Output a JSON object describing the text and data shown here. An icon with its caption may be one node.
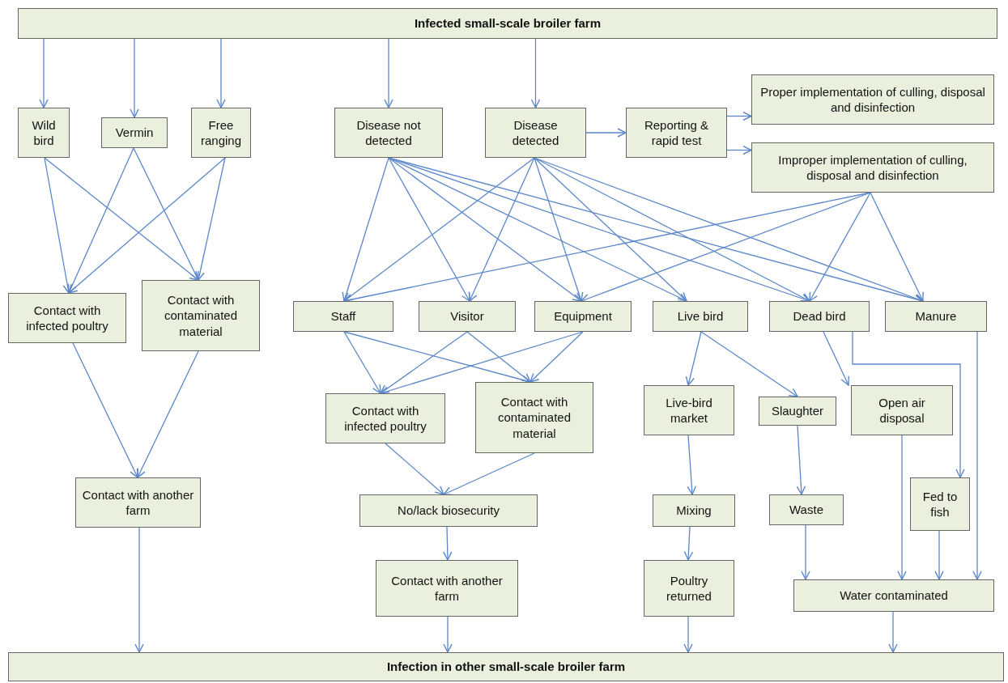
{
  "diagram": {
    "nodes": [
      {
        "text": [
          "Infected small-scale broiler farm"
        ]
      },
      {
        "text": [
          "Wild bird"
        ]
      },
      {
        "text": [
          "Vermin"
        ]
      },
      {
        "text": [
          "Free ranging"
        ]
      },
      {
        "text": [
          "Disease not detected"
        ]
      },
      {
        "text": [
          "Disease detected"
        ]
      },
      {
        "text": [
          "Reporting & rapid test"
        ]
      },
      {
        "text": [
          "Proper implementation of culling, disposal and disinfection"
        ]
      },
      {
        "text": [
          "Improper implementation of culling, disposal and disinfection"
        ]
      },
      {
        "text": [
          "Contact with infected poultry"
        ]
      },
      {
        "text": [
          "Contact with contaminated material"
        ]
      },
      {
        "text": [
          "Staff"
        ]
      },
      {
        "text": [
          "Visitor"
        ]
      },
      {
        "text": [
          "Equipment"
        ]
      },
      {
        "text": [
          "Live bird"
        ]
      },
      {
        "text": [
          "Dead bird"
        ]
      },
      {
        "text": [
          "Manure"
        ]
      },
      {
        "text": [
          "Contact with infected poultry"
        ]
      },
      {
        "text": [
          "Contact with contaminated material"
        ]
      },
      {
        "text": [
          "Live-bird market"
        ]
      },
      {
        "text": [
          "Slaughter"
        ]
      },
      {
        "text": [
          "Open air disposal"
        ]
      },
      {
        "text": [
          "Contact with another farm"
        ]
      },
      {
        "text": [
          "No/lack biosecurity"
        ]
      },
      {
        "text": [
          "Mixing"
        ]
      },
      {
        "text": [
          "Waste"
        ]
      },
      {
        "text": [
          "Fed to fish"
        ]
      },
      {
        "text": [
          "Contact with another farm"
        ]
      },
      {
        "text": [
          "Poultry returned"
        ]
      },
      {
        "text": [
          "Water contaminated"
        ]
      },
      {
        "text": [
          "Infection in other small-scale broiler farm"
        ]
      }
    ],
    "edges": [
      {
        "from": 0,
        "to": 1,
        "arrow": "to"
      },
      {
        "from": 0,
        "to": 2,
        "arrow": "to"
      },
      {
        "from": 0,
        "to": 3,
        "arrow": "to"
      },
      {
        "from": 0,
        "to": 4,
        "arrow": "to"
      },
      {
        "from": 0,
        "to": 5,
        "arrow": "to"
      },
      {
        "from": 1,
        "to": 9,
        "arrow": "to"
      },
      {
        "from": 1,
        "to": 10,
        "arrow": "to"
      },
      {
        "from": 2,
        "to": 9,
        "arrow": "to"
      },
      {
        "from": 2,
        "to": 10,
        "arrow": "to"
      },
      {
        "from": 3,
        "to": 9,
        "arrow": "to"
      },
      {
        "from": 3,
        "to": 10,
        "arrow": "to"
      },
      {
        "from": 9,
        "to": 22,
        "arrow": "to"
      },
      {
        "from": 10,
        "to": 22,
        "arrow": "to"
      },
      {
        "from": 22,
        "to": 30,
        "arrow": "to"
      },
      {
        "from": 5,
        "to": 6,
        "arrow": "to"
      },
      {
        "from": 6,
        "to": 7,
        "arrow": "to"
      },
      {
        "from": 6,
        "to": 8,
        "arrow": "to"
      },
      {
        "from": 4,
        "to": 11,
        "arrow": "to"
      },
      {
        "from": 4,
        "to": 12,
        "arrow": "to"
      },
      {
        "from": 4,
        "to": 13,
        "arrow": "to"
      },
      {
        "from": 4,
        "to": 14,
        "arrow": "to"
      },
      {
        "from": 4,
        "to": 15,
        "arrow": "to"
      },
      {
        "from": 4,
        "to": 16,
        "arrow": "to"
      },
      {
        "from": 5,
        "to": 11,
        "arrow": "to"
      },
      {
        "from": 5,
        "to": 12,
        "arrow": "to"
      },
      {
        "from": 5,
        "to": 13,
        "arrow": "to"
      },
      {
        "from": 5,
        "to": 14,
        "arrow": "to"
      },
      {
        "from": 5,
        "to": 15,
        "arrow": "to"
      },
      {
        "from": 5,
        "to": 16,
        "arrow": "to"
      },
      {
        "from": 8,
        "to": 11,
        "arrow": "to"
      },
      {
        "from": 8,
        "to": 13,
        "arrow": "to"
      },
      {
        "from": 8,
        "to": 15,
        "arrow": "to"
      },
      {
        "from": 8,
        "to": 16,
        "arrow": "to"
      },
      {
        "from": 11,
        "to": 17,
        "arrow": "to"
      },
      {
        "from": 11,
        "to": 18,
        "arrow": "to"
      },
      {
        "from": 12,
        "to": 17,
        "arrow": "to"
      },
      {
        "from": 12,
        "to": 18,
        "arrow": "to"
      },
      {
        "from": 13,
        "to": 17,
        "arrow": "to"
      },
      {
        "from": 13,
        "to": 18,
        "arrow": "to"
      },
      {
        "from": 17,
        "to": 23,
        "arrow": "to"
      },
      {
        "from": 18,
        "to": 23,
        "arrow": "to"
      },
      {
        "from": 23,
        "to": 27,
        "arrow": "to"
      },
      {
        "from": 27,
        "to": 30,
        "arrow": "to"
      },
      {
        "from": 14,
        "to": 19,
        "arrow": "to"
      },
      {
        "from": 14,
        "to": 20,
        "arrow": "to"
      },
      {
        "from": 19,
        "to": 24,
        "arrow": "to"
      },
      {
        "from": 24,
        "to": 28,
        "arrow": "to"
      },
      {
        "from": 28,
        "to": 30,
        "arrow": "to"
      },
      {
        "from": 15,
        "to": 21,
        "arrow": "to"
      },
      {
        "from": 15,
        "to": 26,
        "arrow": "to"
      },
      {
        "from": 20,
        "to": 25,
        "arrow": "to"
      },
      {
        "from": 25,
        "to": 29,
        "arrow": "to"
      },
      {
        "from": 21,
        "to": 29,
        "arrow": "to"
      },
      {
        "from": 26,
        "to": 29,
        "arrow": "to"
      },
      {
        "from": 16,
        "to": 29,
        "arrow": "to"
      },
      {
        "from": 29,
        "to": 30,
        "arrow": "to"
      }
    ]
  }
}
